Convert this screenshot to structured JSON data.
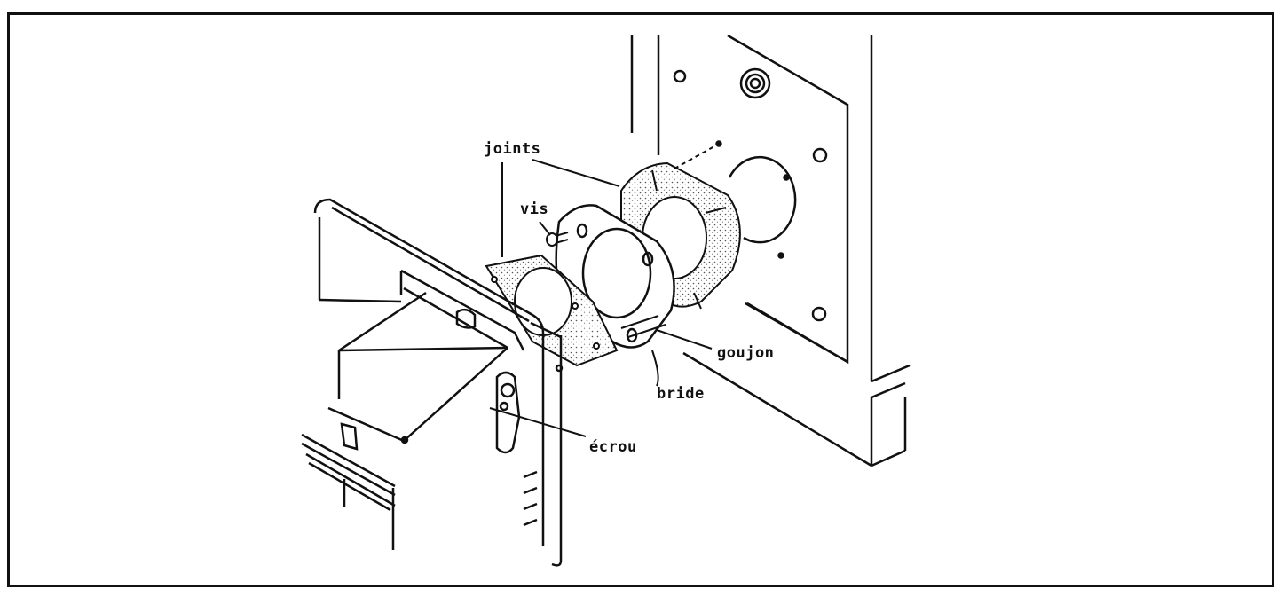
{
  "figure": {
    "labels": {
      "joints": "joints",
      "vis": "vis",
      "goujon": "goujon",
      "bride": "bride",
      "ecrou": "écrou"
    },
    "colors": {
      "ink": "#111111",
      "paper": "#ffffff",
      "gasket_fill": "#dcdcdc"
    }
  }
}
